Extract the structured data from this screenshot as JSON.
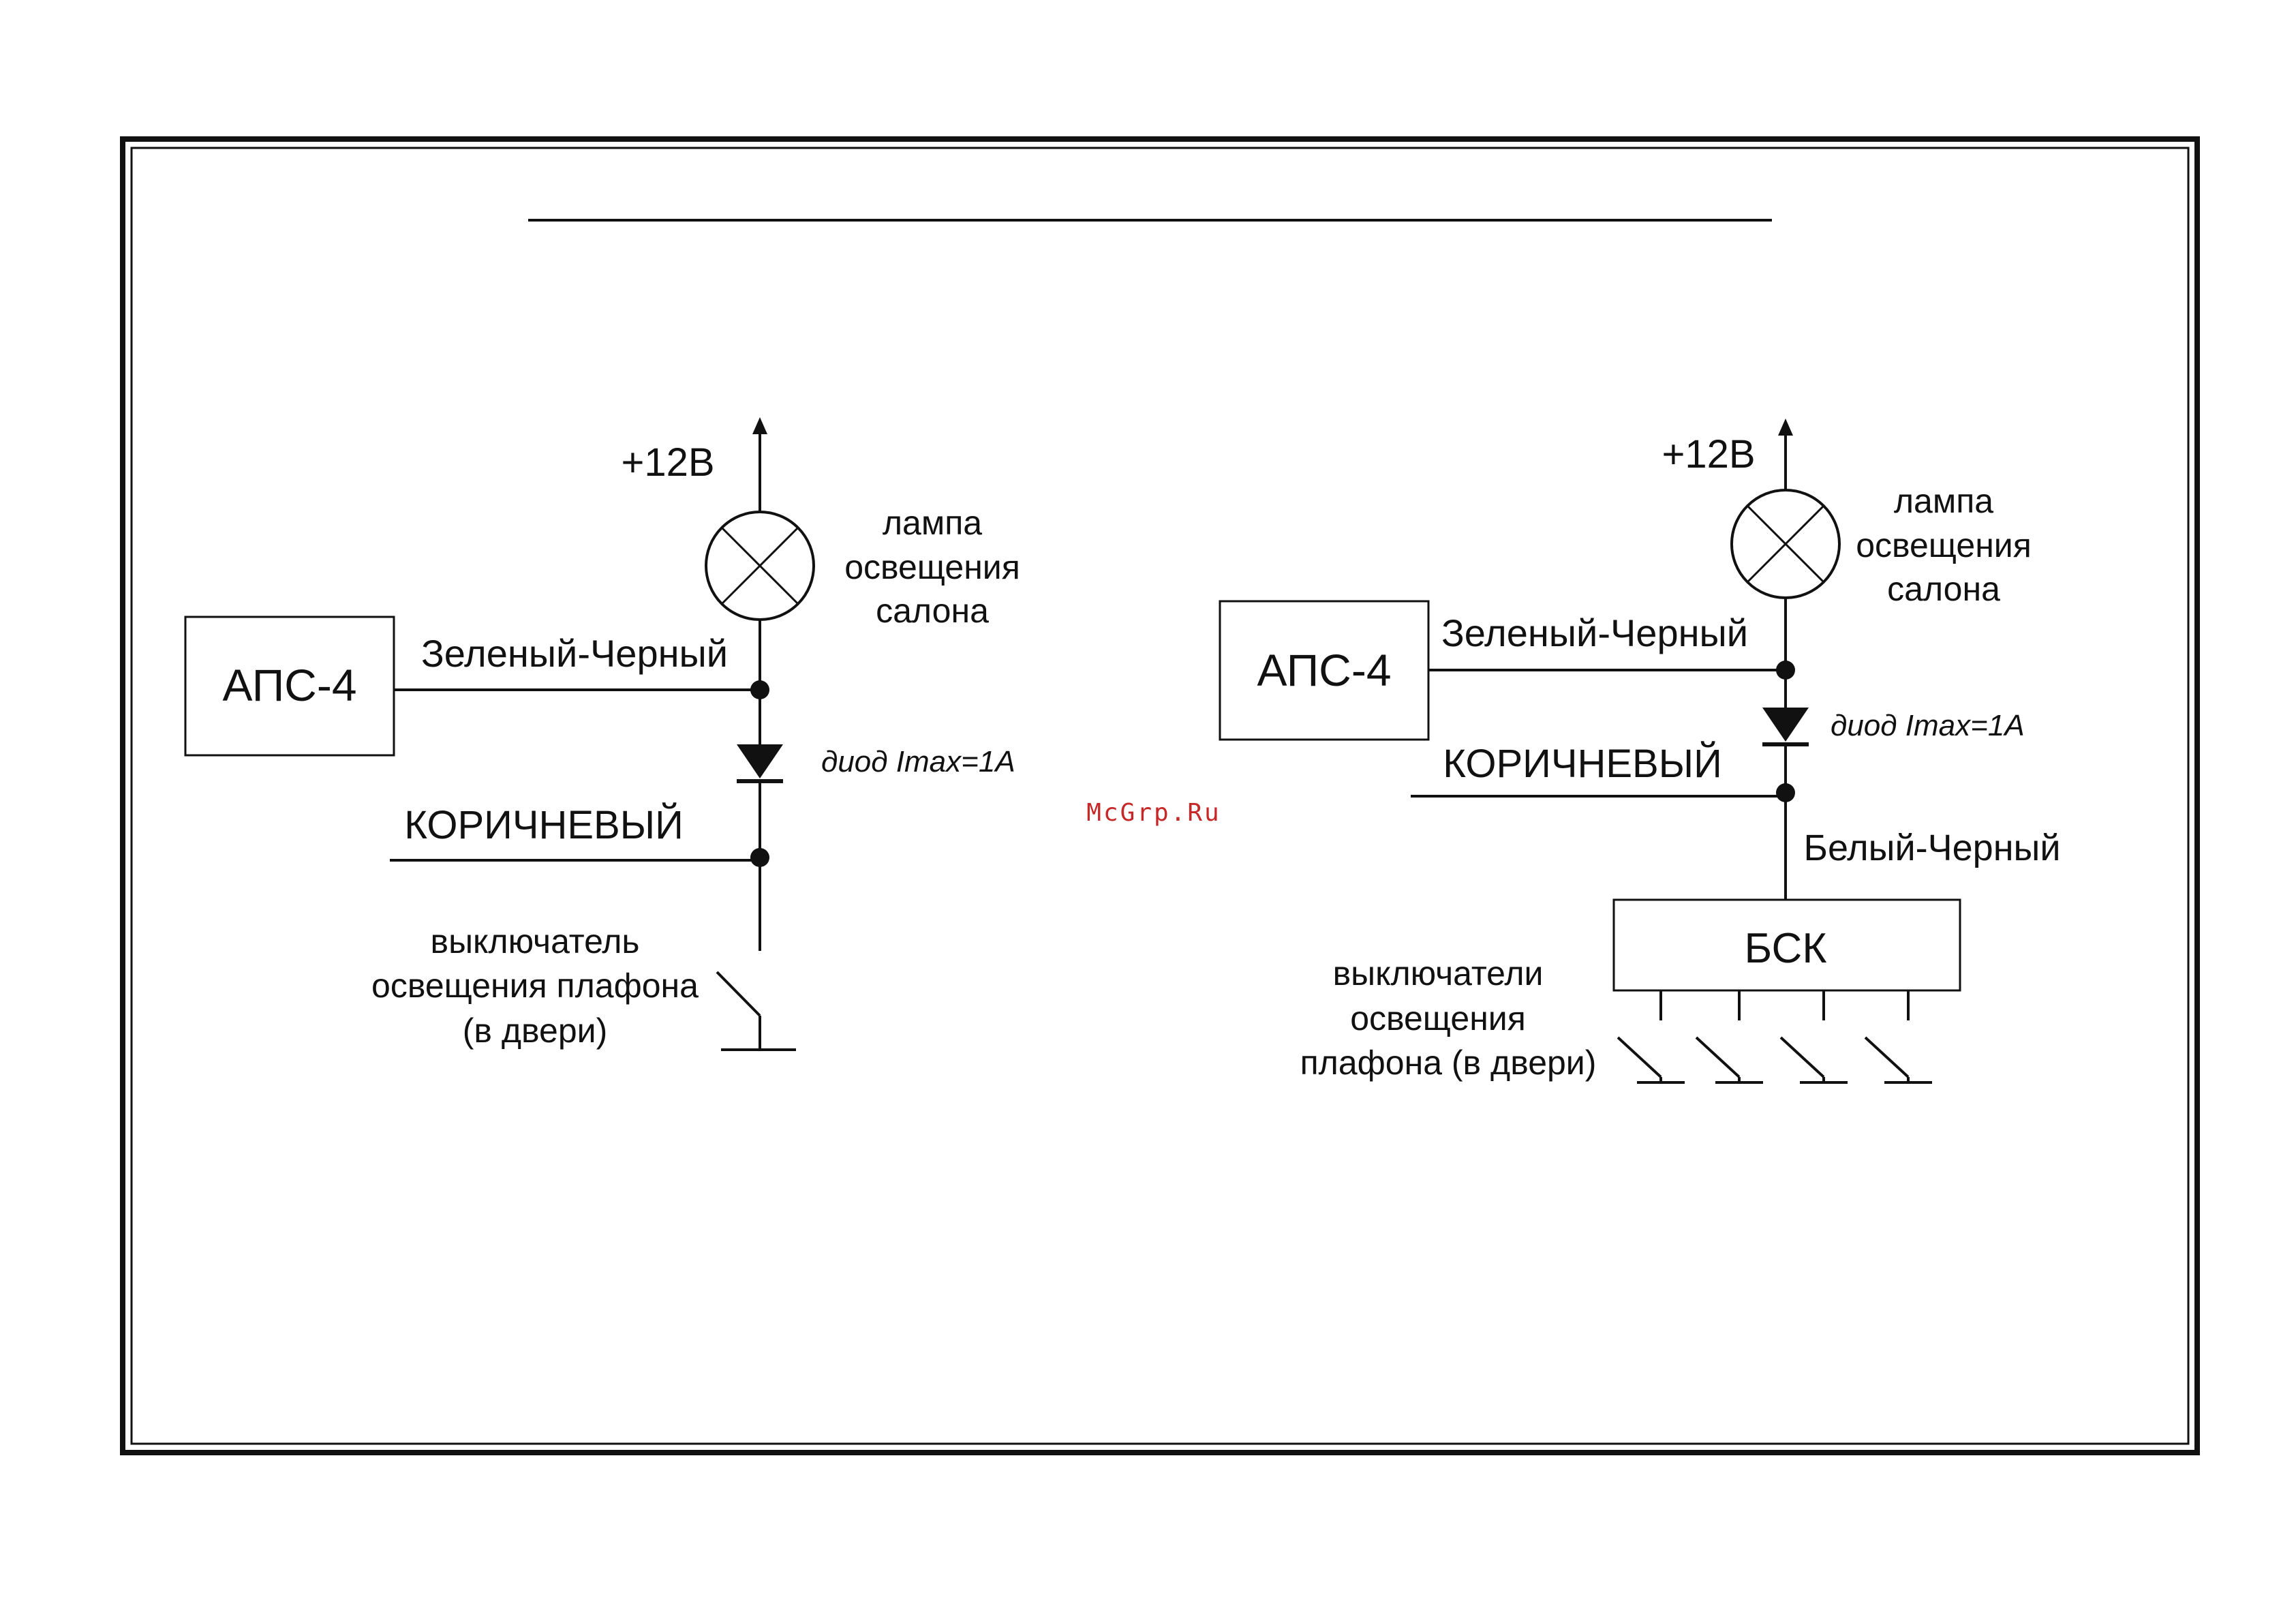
{
  "left_circuit": {
    "voltage": "+12В",
    "lamp_label": [
      "лампа",
      "освещения",
      "салона"
    ],
    "module": "АПС-4",
    "wire_green_black": "Зеленый-Черный",
    "diode_label": "диод Imax=1A",
    "wire_brown": "КОРИЧНЕВЫЙ",
    "switch_label": [
      "выключатель",
      "освещения плафона",
      "(в двери)"
    ]
  },
  "right_circuit": {
    "voltage": "+12В",
    "lamp_label": [
      "лампа",
      "освещения",
      "салона"
    ],
    "module": "АПС-4",
    "wire_green_black": "Зеленый-Черный",
    "diode_label": "диод Imax=1A",
    "wire_brown": "КОРИЧНЕВЫЙ",
    "wire_white_black": "Белый-Черный",
    "bsk_module": "БСК",
    "switch_label": [
      "выключатели",
      "освещения",
      "плафона (в двери)"
    ]
  },
  "watermark": "McGrp.Ru"
}
